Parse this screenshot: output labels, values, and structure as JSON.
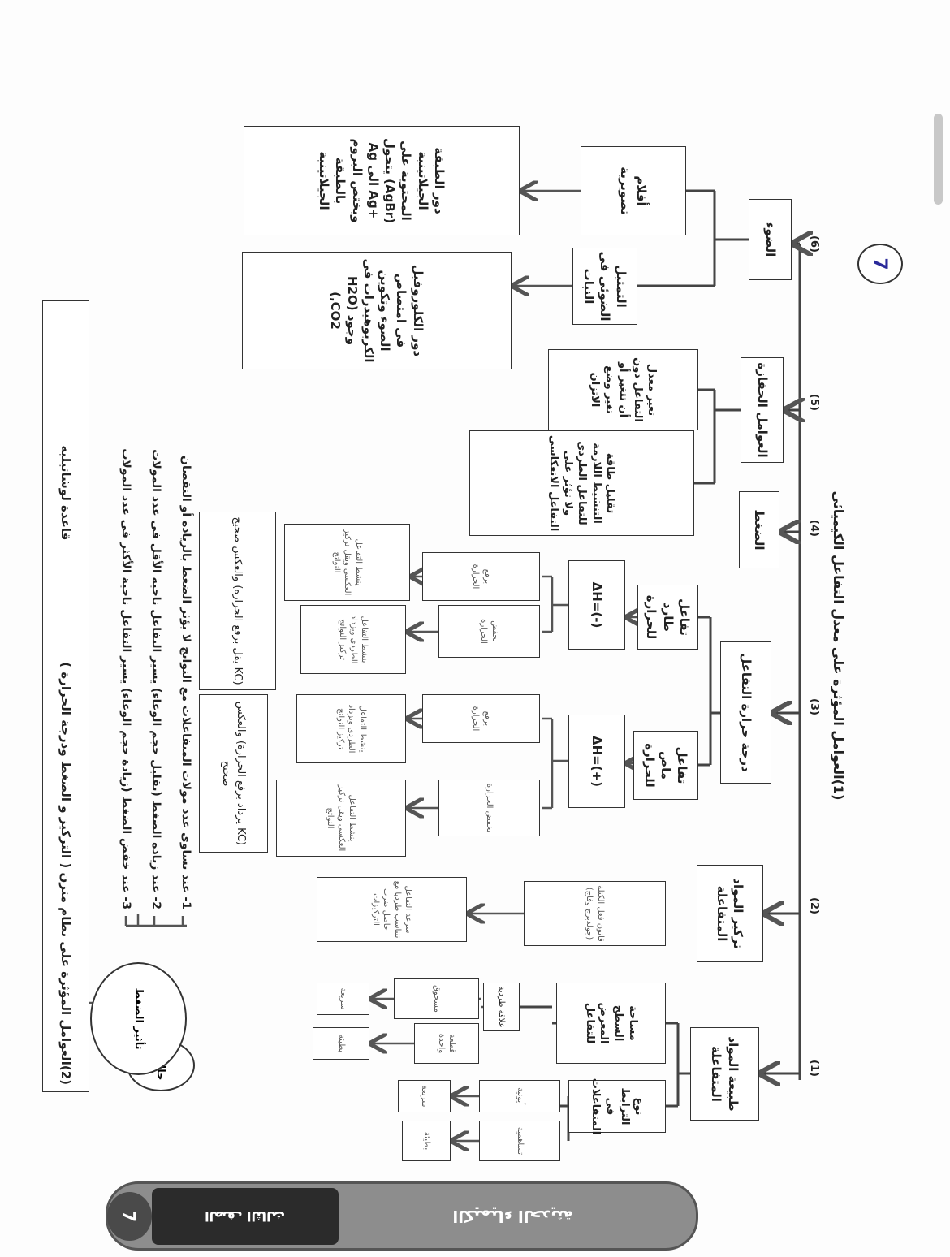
{
  "page_number_badge": "7",
  "title": "(1)العوامل المؤثرة على معدل التفاعل الكيميائى",
  "factors": [
    {
      "num": "(1)",
      "label": "طبيعة المواد المتفاعلة"
    },
    {
      "num": "(2)",
      "label": "تركيز المواد المتفاعلة"
    },
    {
      "num": "(3)",
      "label": "درجة حرارة التفاعل"
    },
    {
      "num": "(4)",
      "label": "الضغط"
    },
    {
      "num": "(5)",
      "label": "العوامل الحفازة"
    },
    {
      "num": "(6)",
      "label": "الضوء"
    }
  ],
  "light": {
    "films": "أفلام تصويرية",
    "films_detail": "دور الطبقة الجيلاتينية المحتوية على (AgBr) يتحول +Ag الى Ag ويختص البروم بالطبقة الجيلاتينية",
    "photosynthesis": "التمثيل الضوئى فى النبات",
    "photosynthesis_detail": "دور الكلوروفيل فى امتصاص الضوء وتكوين الكربوهيدرات فى وجود (H2O ,CO2)"
  },
  "catalysts": {
    "item1": "تغير معدل التفاعل دون أن تتغير أو تغير وضع الاتزان",
    "item2": "تقليل طاقة التنشيط اللازمة للتفاعل الطردى ولا تؤثر على التفاعل الانعكاسى"
  },
  "temperature": {
    "exo": "تفاعل طارد للحرارة",
    "endo": "تفاعل ماص للحرارة",
    "exo_dh": "ΔH=(-)",
    "endo_dh": "ΔH=(+)",
    "exo_a": "برفع الحرارة",
    "exo_b": "بخفض الحرارة",
    "exo_a2": "ينشط التفاعل العكسى ويقل تركيز النواتج",
    "exo_b2": "ينشط التفاعل الطردى ويزداد تركيز النواتج",
    "exo_kc": "(KC يقل برفع الحرارة) والعكس صحيح",
    "endo_a": "برفع الحرارة",
    "endo_b": "بخفض الحرارة",
    "endo_a2": "ينشط التفاعل الطردى ويزداد تركيز النواتج",
    "endo_b2": "ينشط التفاعل العكسى ويقل تركيز النواتج",
    "endo_kc": "(KC يزداد برفع الحرارة) والعكس صحيح"
  },
  "concentration": {
    "item1": "قانون فعل الكتلة (جولدبرج وفاج)",
    "item2": "سرعة التفاعل تتناسب طرديا مع حاصل ضرب التركيزات"
  },
  "nature": {
    "bonds": "نوع الترابط فى المتفاعلات",
    "surface": "مساحة السطح المعرض للتفاعل",
    "relation": "علاقة طردية",
    "ionic": "أيونية",
    "covalent": "تساهمية",
    "fast": "سريعة",
    "slow": "بطيئة",
    "surface_a": "مسحوق",
    "surface_b": "قطعة واحدة",
    "surface_fast": "سريعة",
    "surface_slow": "بطيئة"
  },
  "pressure_cases": {
    "cases_label": "حالات",
    "effect_label": "تأثير الضغط",
    "case1": "1- عند تساوى عدد مولات المتفاعلات مع النواتج لا يؤثر الضغط بالزيادة أو النقصان",
    "case2": "2- عند زيادة الضغط (تقليل حجم الوعاء) يسير التفاعل ناحية الأقل فى عدد المولات",
    "case3": "3- عند خفض الضغط (زيادة حجم الوعاء) يسير التفاعل ناحية الأكثر فى عدد المولات"
  },
  "equilibrium_box": {
    "text": "(2)العوامل المؤثرة على نظام متزن ( التركيز و الضغط ودرجة الحرارة )",
    "rule": "قاعدة لوشاتيليه"
  },
  "footer": {
    "banner": "الكيمياء الحديثة",
    "label": "الصف الثالث",
    "number": "7"
  }
}
